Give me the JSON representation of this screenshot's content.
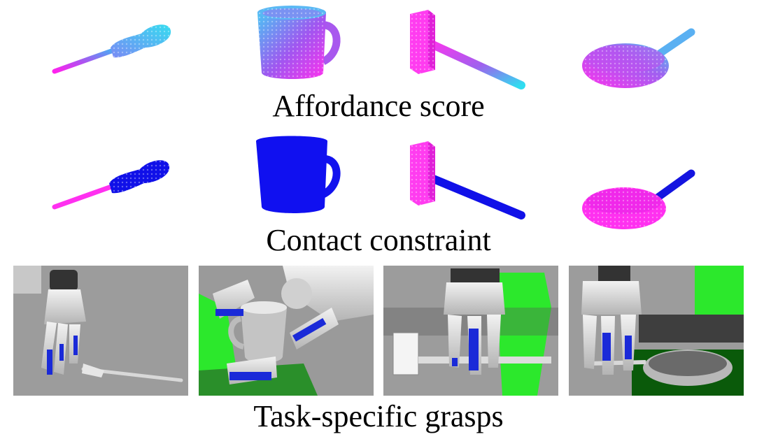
{
  "rows": {
    "affordance": {
      "label": "Affordance score"
    },
    "contact": {
      "label": "Contact constraint"
    },
    "grasps": {
      "label": "Task-specific grasps"
    }
  },
  "objects": [
    "screwdriver",
    "mug",
    "hammer",
    "pan"
  ],
  "colors": {
    "high_affordance": "#33d6f0",
    "low_affordance": "#ff22ee",
    "contact": "#1010f0",
    "non_contact": "#ff30f0",
    "sim_background": "#9c9c9c",
    "sim_green": "#2ce82c",
    "robot_finger": "#1a2ad8"
  }
}
